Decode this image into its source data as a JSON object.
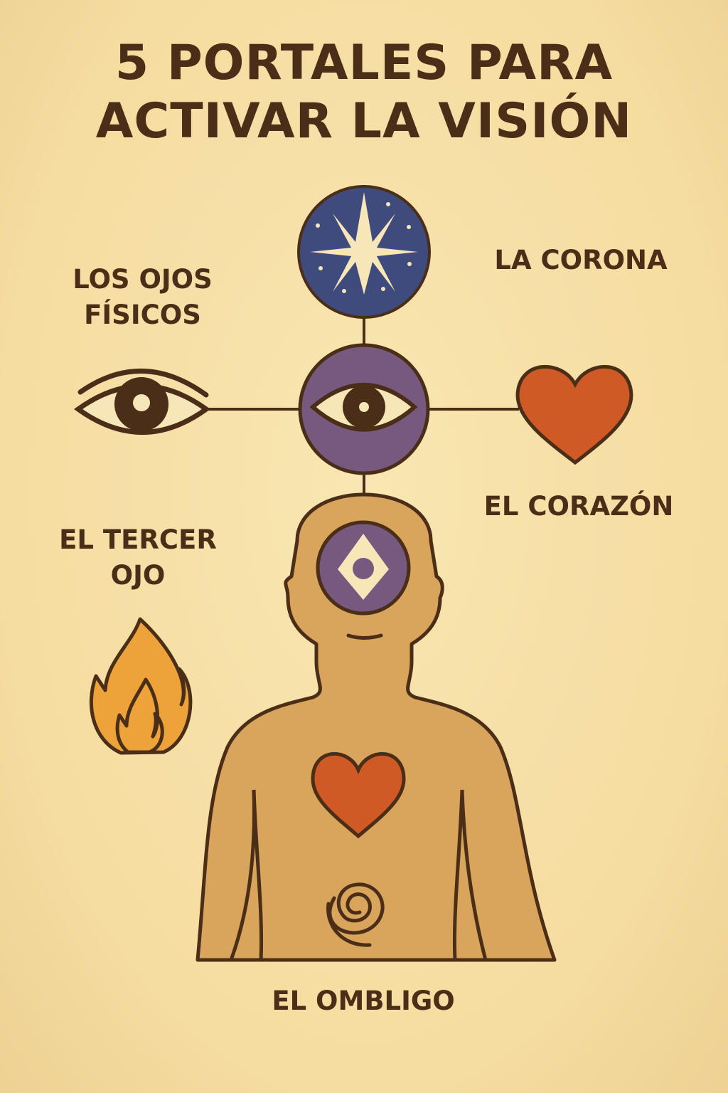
{
  "title": {
    "line1": "5 PORTALES PARA",
    "line2": "ACTIVAR LA VISIÓN"
  },
  "labels": {
    "ojos_fisicos": {
      "line1": "LOS OJOS",
      "line2": "FÍSICOS"
    },
    "corona": "LA CORONA",
    "corazon": "EL CORAZÓN",
    "tercer_ojo": {
      "line1": "EL TERCER",
      "line2": "OJO"
    },
    "ombligo": "EL OMBLIGO"
  },
  "icons": [
    "star-crown-icon",
    "physical-eye-icon",
    "third-eye-circle-icon",
    "heart-icon",
    "flame-icon",
    "human-figure-icon",
    "diamond-third-eye-icon",
    "chest-heart-icon",
    "spiral-navel-icon"
  ],
  "colors": {
    "background": "#f7e0a6",
    "ink": "#4a2e17",
    "crown_blue": "#3f4a7d",
    "third_eye_purple": "#77597f",
    "heart_orange": "#cf5a26",
    "flame_orange": "#eda23a",
    "skin": "#d9a45c",
    "cream": "#f7e6b8"
  }
}
